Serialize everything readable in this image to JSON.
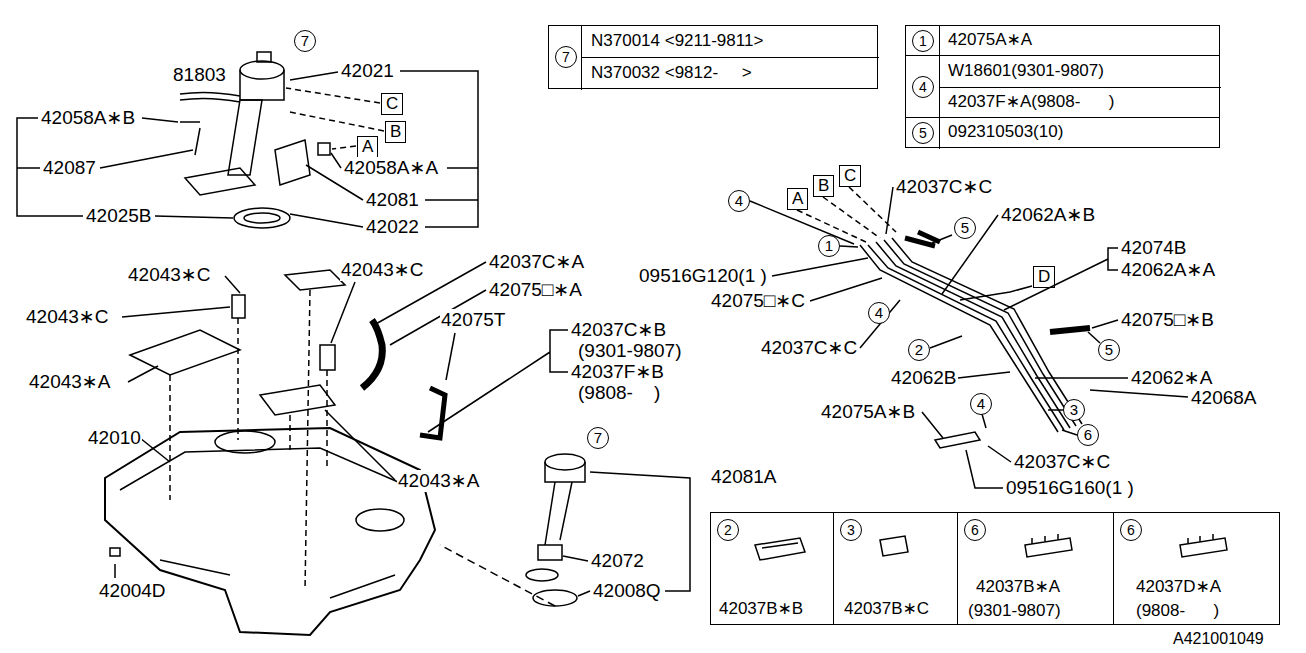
{
  "diagram": {
    "nodes": [
      {
        "text": [
          "7",
          "N370014 <9211-9811>",
          "N370032 <9812-     >"
        ]
      },
      {
        "text": [
          "1",
          "42075A∗A"
        ]
      },
      {
        "text": [
          "4",
          "W18601(9301-9807)",
          "42037F∗A(9808-      )"
        ]
      },
      {
        "text": [
          "5",
          "092310503(10)"
        ]
      },
      {
        "text": [
          "C"
        ]
      },
      {
        "text": [
          "B"
        ]
      },
      {
        "text": [
          "A"
        ]
      },
      {
        "text": [
          "C"
        ]
      },
      {
        "text": [
          "B"
        ]
      },
      {
        "text": [
          "A"
        ]
      },
      {
        "text": [
          "D"
        ]
      },
      {
        "text": [
          "2",
          "42037B∗B"
        ]
      },
      {
        "text": [
          "3",
          "42037B∗C"
        ]
      },
      {
        "text": [
          "6",
          "42037B∗A",
          "(9301-9807)"
        ]
      },
      {
        "text": [
          "6",
          "42037D∗A",
          "(9808-      )"
        ]
      }
    ],
    "labels": [
      "81803",
      "7",
      "42021",
      "42058A∗B",
      "42087",
      "42058A∗A",
      "42081",
      "42025B",
      "42022",
      "42043∗C",
      "42043∗C",
      "42037C∗A",
      "42075□∗A",
      "42043∗C",
      "42075T",
      "42037C∗B",
      "(9301-9807)",
      "42037F∗B",
      "(9808-    )",
      "42043∗A",
      "42010",
      "42043∗A",
      "7",
      "42081A",
      "42072",
      "42008Q",
      "42004D",
      "42037C∗C",
      "4",
      "5",
      "42062A∗B",
      "1",
      "42074B",
      "09516G120(1 )",
      "42062A∗A",
      "42075□∗C",
      "4",
      "42075□∗B",
      "42037C∗C",
      "2",
      "5",
      "42062B",
      "42062∗A",
      "42068A",
      "4",
      "3",
      "42075A∗B",
      "6",
      "42037C∗C",
      "09516G160(1 )",
      "A421001049"
    ]
  }
}
